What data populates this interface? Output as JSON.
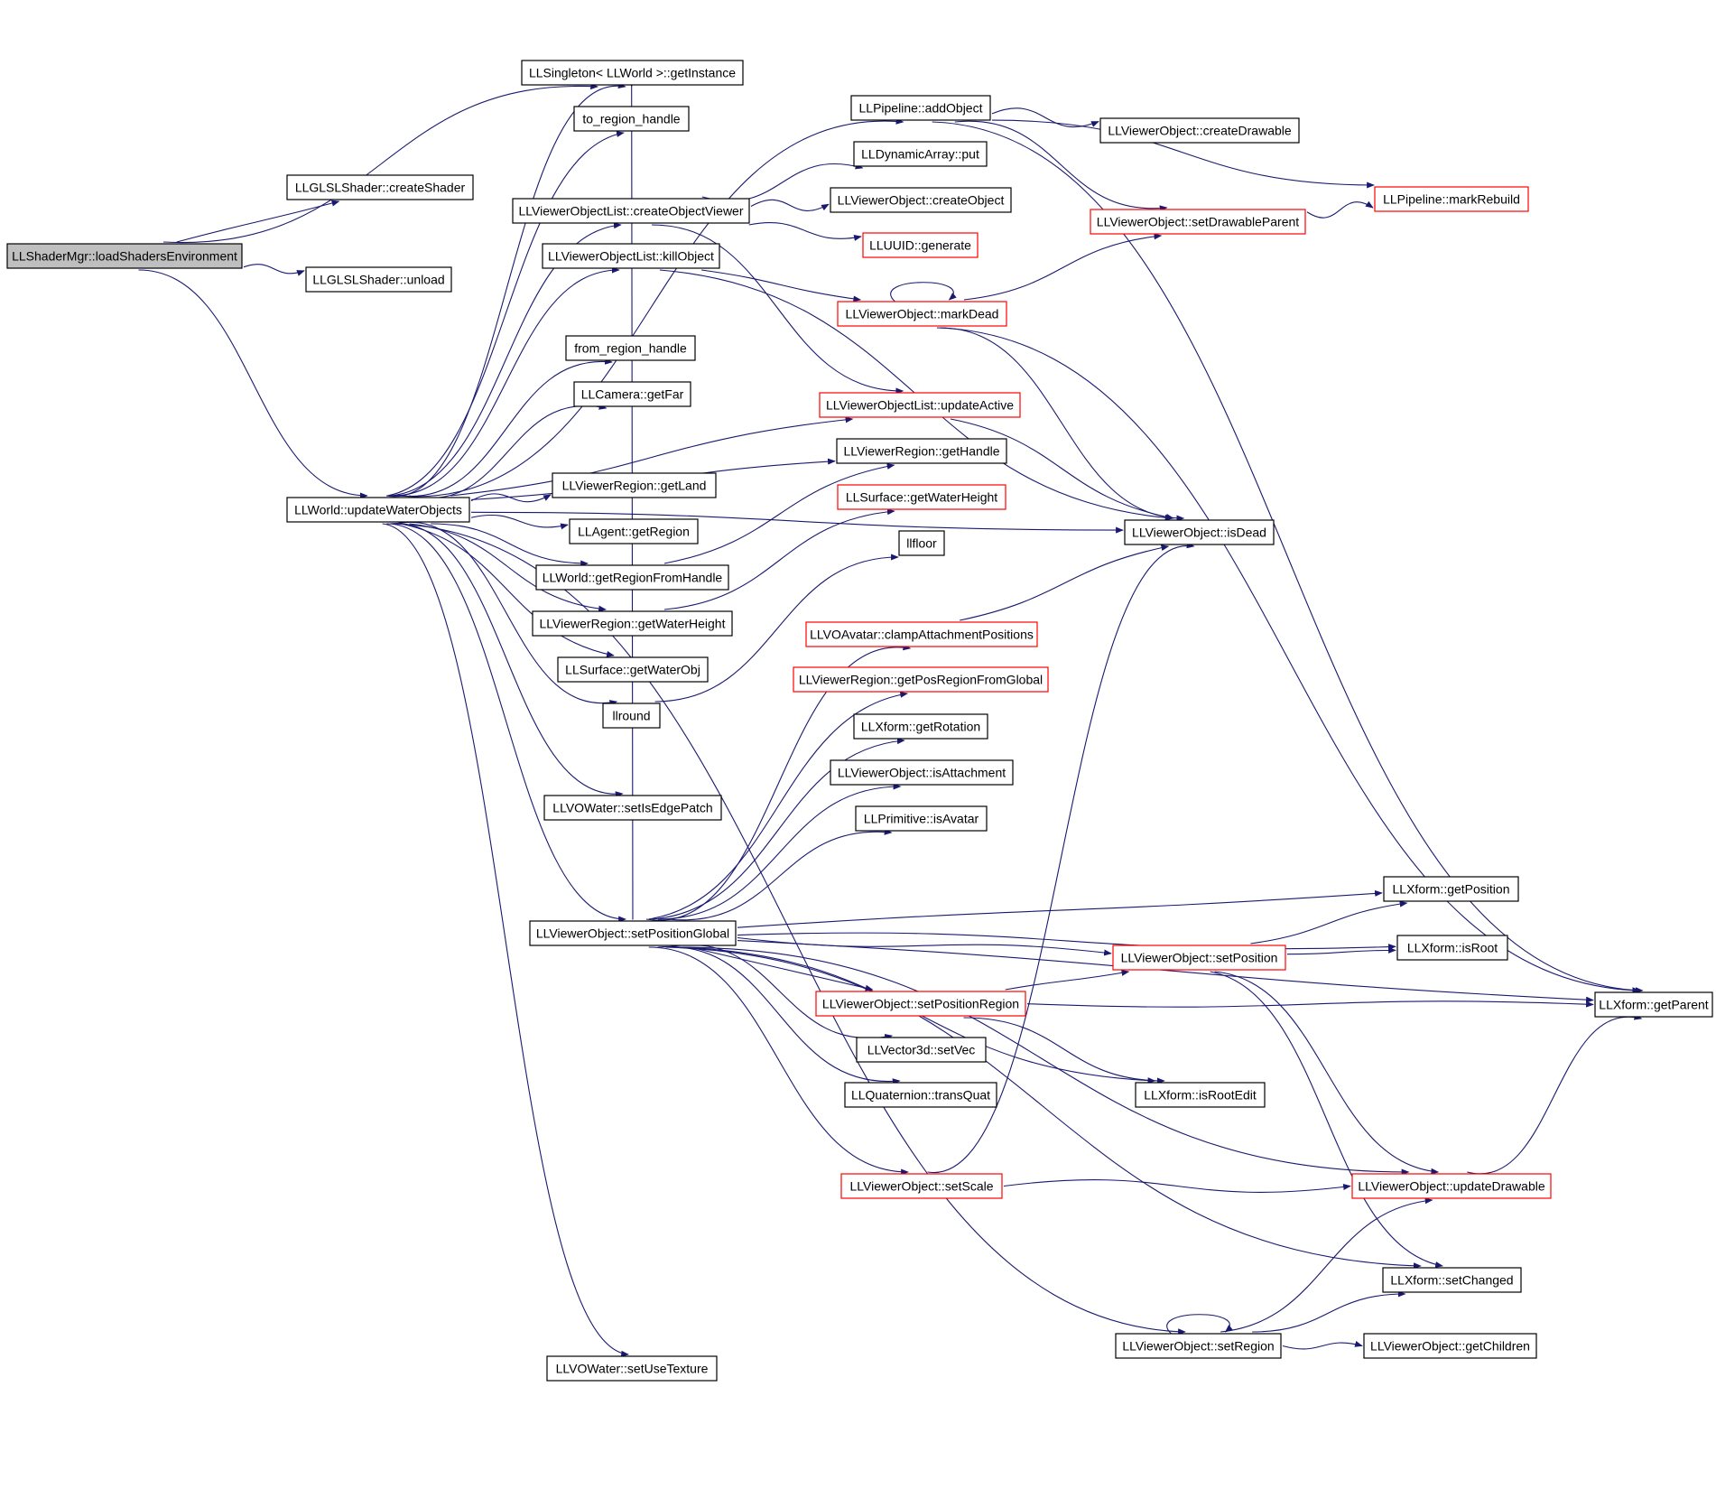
{
  "colors": {
    "edge": "#191970",
    "node_border": "#000000",
    "node_border_truncated": "#ff0000",
    "root_fill": "#bfbfbf",
    "node_fill": "#ffffff"
  },
  "graph": {
    "nodes": [
      {
        "id": "n1",
        "label": "LLShaderMgr::loadShadersEnvironment",
        "style": "root"
      },
      {
        "id": "n2",
        "label": "LLGLSLShader::createShader",
        "style": "normal"
      },
      {
        "id": "n3",
        "label": "LLGLSLShader::unload",
        "style": "normal"
      },
      {
        "id": "n4",
        "label": "LLWorld::updateWaterObjects",
        "style": "normal"
      },
      {
        "id": "n5",
        "label": "LLSingleton< LLWorld >::getInstance",
        "style": "normal"
      },
      {
        "id": "n6",
        "label": "to_region_handle",
        "style": "normal"
      },
      {
        "id": "n7",
        "label": "LLViewerObjectList::createObjectViewer",
        "style": "normal"
      },
      {
        "id": "n8",
        "label": "LLViewerObjectList::killObject",
        "style": "normal"
      },
      {
        "id": "n9",
        "label": "from_region_handle",
        "style": "normal"
      },
      {
        "id": "n10",
        "label": "LLCamera::getFar",
        "style": "normal"
      },
      {
        "id": "n11",
        "label": "LLViewerRegion::getLand",
        "style": "normal"
      },
      {
        "id": "n12",
        "label": "LLAgent::getRegion",
        "style": "normal"
      },
      {
        "id": "n13",
        "label": "LLWorld::getRegionFromHandle",
        "style": "normal"
      },
      {
        "id": "n14",
        "label": "LLViewerRegion::getWaterHeight",
        "style": "normal"
      },
      {
        "id": "n15",
        "label": "LLSurface::getWaterObj",
        "style": "normal"
      },
      {
        "id": "n16",
        "label": "llround",
        "style": "normal"
      },
      {
        "id": "n17",
        "label": "LLVOWater::setIsEdgePatch",
        "style": "normal"
      },
      {
        "id": "n18",
        "label": "LLViewerObject::setPositionGlobal",
        "style": "normal"
      },
      {
        "id": "n19",
        "label": "LLVOWater::setUseTexture",
        "style": "normal"
      },
      {
        "id": "n20",
        "label": "LLPipeline::addObject",
        "style": "normal"
      },
      {
        "id": "n21",
        "label": "LLDynamicArray::put",
        "style": "normal"
      },
      {
        "id": "n22",
        "label": "LLViewerObject::createObject",
        "style": "normal"
      },
      {
        "id": "n23",
        "label": "LLUUID::generate",
        "style": "truncated"
      },
      {
        "id": "n24",
        "label": "LLViewerObject::markDead",
        "style": "truncated"
      },
      {
        "id": "n25",
        "label": "LLViewerObjectList::updateActive",
        "style": "truncated"
      },
      {
        "id": "n26",
        "label": "LLViewerRegion::getHandle",
        "style": "normal"
      },
      {
        "id": "n27",
        "label": "LLSurface::getWaterHeight",
        "style": "truncated"
      },
      {
        "id": "n28",
        "label": "llfloor",
        "style": "normal"
      },
      {
        "id": "n29",
        "label": "LLVOAvatar::clampAttachmentPositions",
        "style": "truncated"
      },
      {
        "id": "n30",
        "label": "LLViewerRegion::getPosRegionFromGlobal",
        "style": "truncated"
      },
      {
        "id": "n31",
        "label": "LLXform::getRotation",
        "style": "normal"
      },
      {
        "id": "n32",
        "label": "LLViewerObject::isAttachment",
        "style": "normal"
      },
      {
        "id": "n33",
        "label": "LLPrimitive::isAvatar",
        "style": "normal"
      },
      {
        "id": "n34",
        "label": "LLViewerObject::setPositionRegion",
        "style": "truncated"
      },
      {
        "id": "n35",
        "label": "LLVector3d::setVec",
        "style": "normal"
      },
      {
        "id": "n36",
        "label": "LLQuaternion::transQuat",
        "style": "normal"
      },
      {
        "id": "n37",
        "label": "LLViewerObject::setScale",
        "style": "truncated"
      },
      {
        "id": "n38",
        "label": "LLViewerObject::createDrawable",
        "style": "normal"
      },
      {
        "id": "n39",
        "label": "LLViewerObject::setDrawableParent",
        "style": "truncated"
      },
      {
        "id": "n40",
        "label": "LLViewerObject::isDead",
        "style": "normal"
      },
      {
        "id": "n41",
        "label": "LLViewerObject::setPosition",
        "style": "truncated"
      },
      {
        "id": "n42",
        "label": "LLXform::isRootEdit",
        "style": "normal"
      },
      {
        "id": "n43",
        "label": "LLViewerObject::setRegion",
        "style": "normal"
      },
      {
        "id": "n44",
        "label": "LLPipeline::markRebuild",
        "style": "truncated"
      },
      {
        "id": "n45",
        "label": "LLXform::getPosition",
        "style": "normal"
      },
      {
        "id": "n46",
        "label": "LLXform::isRoot",
        "style": "normal"
      },
      {
        "id": "n47",
        "label": "LLViewerObject::updateDrawable",
        "style": "truncated"
      },
      {
        "id": "n48",
        "label": "LLXform::setChanged",
        "style": "normal"
      },
      {
        "id": "n49",
        "label": "LLViewerObject::getChildren",
        "style": "normal"
      },
      {
        "id": "n50",
        "label": "LLXform::getParent",
        "style": "normal"
      }
    ],
    "edges": [
      [
        "n1",
        "n2"
      ],
      [
        "n1",
        "n3"
      ],
      [
        "n1",
        "n4"
      ],
      [
        "n1",
        "n5"
      ],
      [
        "n4",
        "n5"
      ],
      [
        "n4",
        "n6"
      ],
      [
        "n4",
        "n7"
      ],
      [
        "n4",
        "n8"
      ],
      [
        "n4",
        "n9"
      ],
      [
        "n4",
        "n10"
      ],
      [
        "n4",
        "n11"
      ],
      [
        "n4",
        "n12"
      ],
      [
        "n4",
        "n13"
      ],
      [
        "n4",
        "n14"
      ],
      [
        "n4",
        "n15"
      ],
      [
        "n4",
        "n16"
      ],
      [
        "n4",
        "n17"
      ],
      [
        "n4",
        "n18"
      ],
      [
        "n4",
        "n19"
      ],
      [
        "n4",
        "n20"
      ],
      [
        "n4",
        "n25"
      ],
      [
        "n4",
        "n26"
      ],
      [
        "n4",
        "n40"
      ],
      [
        "n4",
        "n43"
      ],
      [
        "n7",
        "n21"
      ],
      [
        "n7",
        "n22"
      ],
      [
        "n7",
        "n23"
      ],
      [
        "n7",
        "n25"
      ],
      [
        "n8",
        "n24"
      ],
      [
        "n8",
        "n40"
      ],
      [
        "n13",
        "n26"
      ],
      [
        "n14",
        "n27"
      ],
      [
        "n16",
        "n28"
      ],
      [
        "n18",
        "n5"
      ],
      [
        "n18",
        "n29"
      ],
      [
        "n18",
        "n30"
      ],
      [
        "n18",
        "n31"
      ],
      [
        "n18",
        "n32"
      ],
      [
        "n18",
        "n33"
      ],
      [
        "n18",
        "n34"
      ],
      [
        "n18",
        "n35"
      ],
      [
        "n18",
        "n36"
      ],
      [
        "n18",
        "n37"
      ],
      [
        "n18",
        "n42"
      ],
      [
        "n18",
        "n41"
      ],
      [
        "n18",
        "n45"
      ],
      [
        "n18",
        "n46"
      ],
      [
        "n18",
        "n47"
      ],
      [
        "n18",
        "n48"
      ],
      [
        "n18",
        "n50"
      ],
      [
        "n20",
        "n38"
      ],
      [
        "n20",
        "n39"
      ],
      [
        "n20",
        "n44"
      ],
      [
        "n20",
        "n50"
      ],
      [
        "n39",
        "n44"
      ],
      [
        "n24",
        "n24"
      ],
      [
        "n24",
        "n39"
      ],
      [
        "n24",
        "n40"
      ],
      [
        "n24",
        "n50"
      ],
      [
        "n25",
        "n40"
      ],
      [
        "n29",
        "n40"
      ],
      [
        "n34",
        "n41"
      ],
      [
        "n34",
        "n42"
      ],
      [
        "n34",
        "n50"
      ],
      [
        "n37",
        "n40"
      ],
      [
        "n37",
        "n47"
      ],
      [
        "n41",
        "n45"
      ],
      [
        "n41",
        "n46"
      ],
      [
        "n41",
        "n47"
      ],
      [
        "n41",
        "n48"
      ],
      [
        "n43",
        "n43"
      ],
      [
        "n43",
        "n47"
      ],
      [
        "n43",
        "n48"
      ],
      [
        "n43",
        "n49"
      ],
      [
        "n47",
        "n50"
      ]
    ]
  }
}
